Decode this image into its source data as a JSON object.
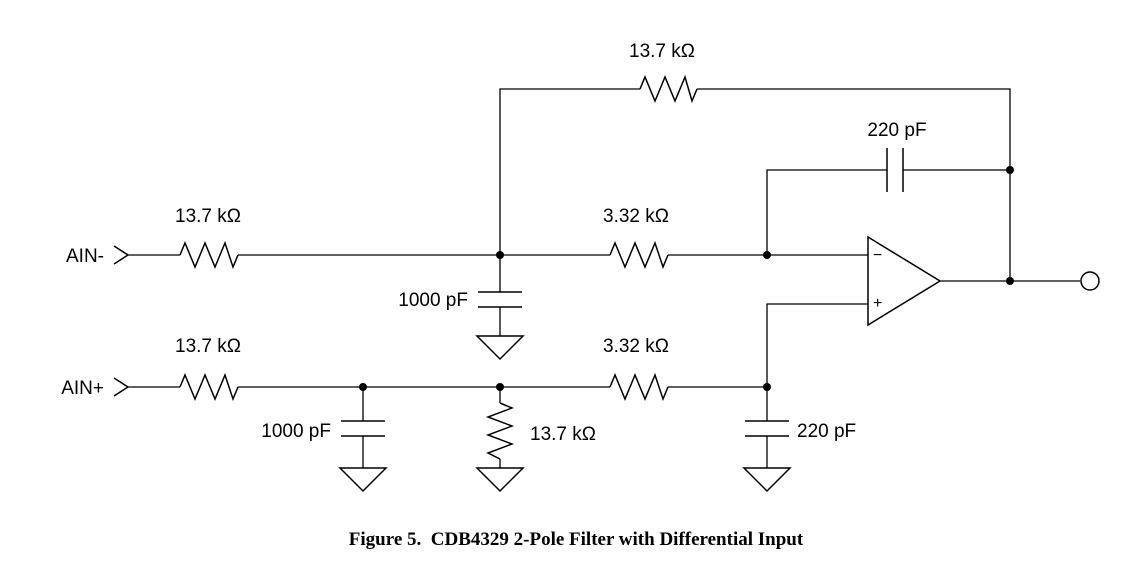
{
  "inputs": {
    "inverting": "AIN-",
    "noninverting": "AIN+"
  },
  "labels": {
    "r_feedback": "13.7 kΩ",
    "c_feedback": "220 pF",
    "r_in_neg": "13.7 kΩ",
    "r_series_neg": "3.32 kΩ",
    "c_shunt_neg": "1000 pF",
    "r_in_pos": "13.7 kΩ",
    "r_series_pos": "3.32 kΩ",
    "c_shunt_pos": "1000 pF",
    "r_shunt_pos": "13.7 kΩ",
    "c_pos_ground": "220 pF"
  },
  "opamp": {
    "minus": "−",
    "plus": "+"
  },
  "caption": "Figure 5.  CDB4329 2-Pole Filter with Differential Input"
}
